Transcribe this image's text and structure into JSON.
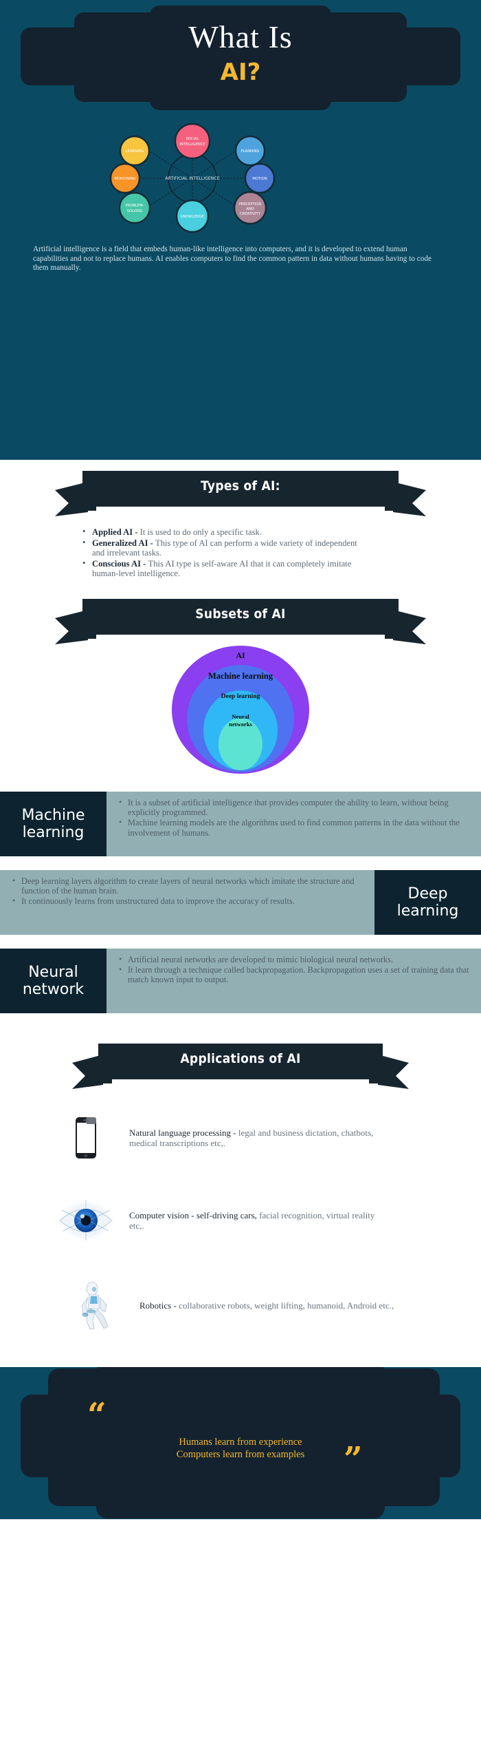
{
  "colors": {
    "hero_bg": "#0b4a63",
    "plaque": "#13222e",
    "accent_yellow": "#f5b731",
    "ribbon": "#17252f",
    "defblock_label_bg": "#0d2430",
    "defblock_body_bg": "#92afb4",
    "body_text": "#4f5d66"
  },
  "hero": {
    "title": "What Is",
    "subtitle": "AI?",
    "paragraph": "Artificial intelligence is a field that embeds human-like intelligence into computers, and it is developed to extend human capabilities and not to replace humans. AI enables computers to find the common pattern in data without humans having to code them manually."
  },
  "mindmap": {
    "center_label": "Artificial Intelligence",
    "nodes": [
      {
        "label": "LEARNING",
        "color": "#f7c53e",
        "stroke": "#132b36",
        "text_color": "#ffffff"
      },
      {
        "label": "SOCIAL\nINTELLIGENCE",
        "color": "#f4607e",
        "stroke": "#132b36",
        "text_color": "#ffffff"
      },
      {
        "label": "PLANNING",
        "color": "#4fa3dd",
        "stroke": "#132b36",
        "text_color": "#ffffff"
      },
      {
        "label": "MOTION",
        "color": "#4c79d4",
        "stroke": "#132b36",
        "text_color": "#ffffff"
      },
      {
        "label": "PERCEPTION\nAND\nCREATIVITY",
        "color": "#ab8494",
        "stroke": "#132b36",
        "text_color": "#ffffff"
      },
      {
        "label": "KNOWLEDGE",
        "color": "#49cfe0",
        "stroke": "#132b36",
        "text_color": "#ffffff"
      },
      {
        "label": "PROBLEM-\nSOLVING",
        "color": "#46c6a8",
        "stroke": "#132b36",
        "text_color": "#ffffff"
      },
      {
        "label": "REASONING",
        "color": "#f79327",
        "stroke": "#132b36",
        "text_color": "#ffffff"
      }
    ]
  },
  "types_section": {
    "banner_title": "Types of AI:",
    "items": [
      {
        "term": "Applied AI - ",
        "desc": "It is used to do only a specific task."
      },
      {
        "term": "Generalized AI - ",
        "desc": "This type of AI can perform a wide variety of independent and irrelevant tasks."
      },
      {
        "term": "Conscious AI - ",
        "desc": "This AI type is self-aware AI that it can completely imitate human-level intelligence."
      }
    ]
  },
  "subsets_section": {
    "banner_title": "Subsets of AI",
    "rings": [
      {
        "label": "AI",
        "color": "#8a3ff0"
      },
      {
        "label": "Machine learning",
        "color": "#4f72f0"
      },
      {
        "label": "Deep learning",
        "color": "#2fb8f5"
      },
      {
        "label": "Neural networks",
        "color": "#5de3d2"
      }
    ]
  },
  "definitions": [
    {
      "label": "Machine learning",
      "label_side": "left",
      "bullets": [
        "It is a subset of artificial intelligence that provides computer the ability to learn, without being explicitly programmed.",
        "Machine learning models are the algorithms used to find common patterns in the data without the involvement of humans."
      ]
    },
    {
      "label": "Deep learning",
      "label_side": "right",
      "bullets": [
        "Deep learning layers algorithm to create layers of neural networks which imitate the structure and function of the human brain.",
        "It continuously learns from unstructured data to improve the accuracy of results."
      ]
    },
    {
      "label": "Neural network",
      "label_side": "left",
      "bullets": [
        "Artificial neural networks are developed to mimic biological neural networks.",
        "It learn through a technique called backpropagation. Backpropagation uses a set of training data that match known input to output."
      ]
    }
  ],
  "applications_section": {
    "banner_title": "Applications of AI",
    "items": [
      {
        "icon": "smartphone-icon",
        "lead": "Natural language processing - ",
        "rest": "legal and business dictation, chatbots, medical transcriptions etc,."
      },
      {
        "icon": "eye-icon",
        "lead": "Computer vision - self-driving cars, ",
        "rest": "facial recognition, virtual reality etc,."
      },
      {
        "icon": "robot-icon",
        "lead": "Robotics  - ",
        "rest": "collaborative robots, weight lifting, humanoid, Android etc.,"
      }
    ]
  },
  "footer": {
    "quote_open": "“",
    "quote_close": "”",
    "quote_line1": "Humans learn from experience",
    "quote_line2": "Computers learn from examples"
  }
}
